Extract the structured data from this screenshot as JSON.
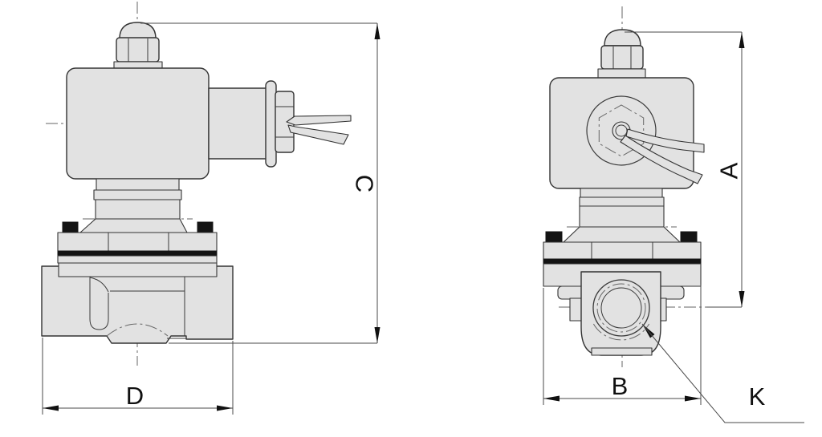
{
  "labels": {
    "side_view": {
      "height": "C",
      "width": "D"
    },
    "front_view": {
      "height": "A",
      "width": "B",
      "port": "K"
    }
  },
  "colors": {
    "part_fill": "#e2e2e2",
    "outline": "#333333",
    "black_detail": "#141414",
    "dimension_line": "#4a4a4a",
    "centerline": "#666666",
    "background": "#ffffff"
  }
}
